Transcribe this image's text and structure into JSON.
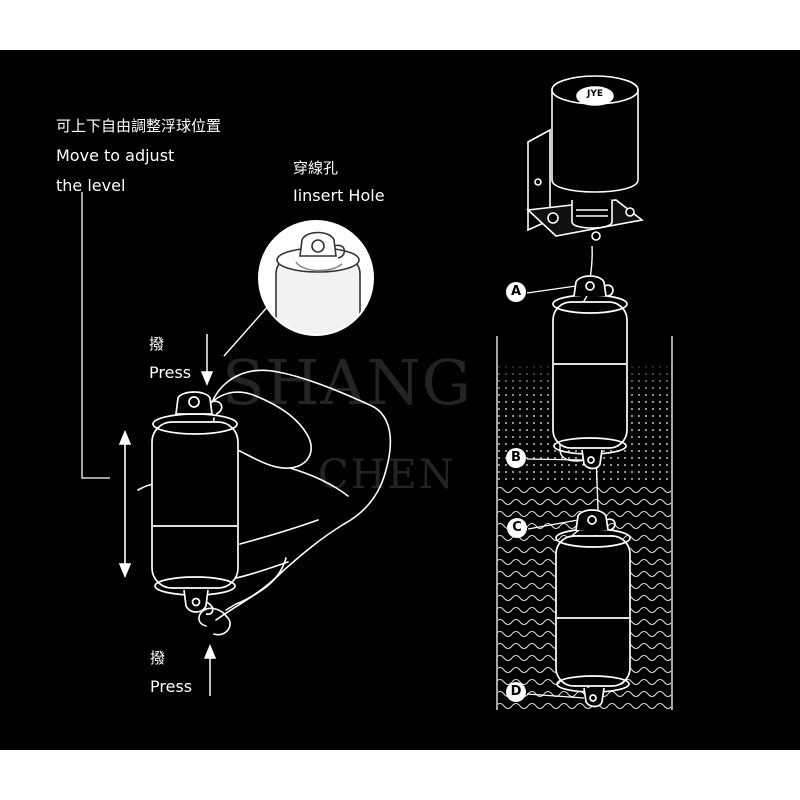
{
  "adjust": {
    "zh": "可上下自由調整浮球位置",
    "en_line1": "Move to adjust",
    "en_line2": "the level"
  },
  "insert_hole": {
    "zh": "穿線孔",
    "en": "Iinsert Hole"
  },
  "press_top": {
    "zh": "撥",
    "en": "Press"
  },
  "press_bottom": {
    "zh": "撥",
    "en": "Press"
  },
  "points": {
    "a": "A",
    "b": "B",
    "c": "C",
    "d": "D"
  },
  "watermark": {
    "line1": "SHANG",
    "line2": "CHEN"
  },
  "pump_logo": "JYE",
  "colors": {
    "background": "#000000",
    "line": "#ffffff",
    "frame": "#ffffff"
  }
}
